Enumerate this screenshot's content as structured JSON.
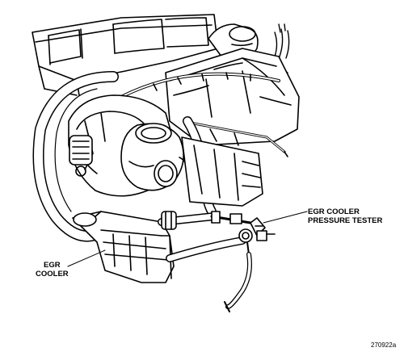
{
  "labels": {
    "egr_cooler_line1": "EGR",
    "egr_cooler_line2": "COOLER",
    "tester_line1": "EGR COOLER",
    "tester_line2": "PRESSURE TESTER"
  },
  "figure_id": "270922a",
  "colors": {
    "ink": "#000000",
    "paper": "#ffffff",
    "shade": "#1a1a1a"
  }
}
